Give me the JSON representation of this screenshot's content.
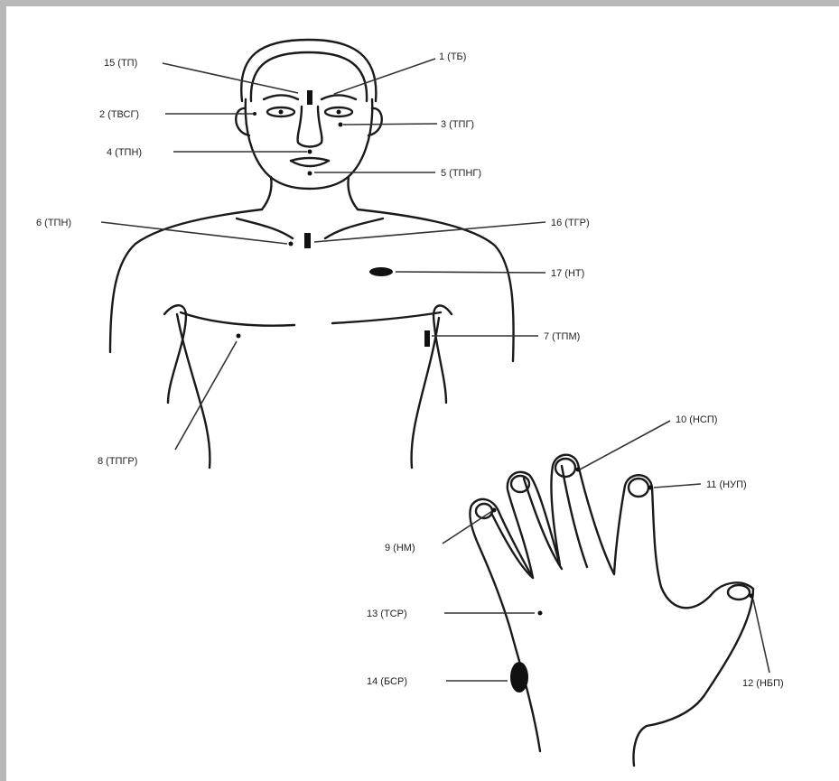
{
  "points": [
    {
      "id": "p1",
      "text": "1 (ТБ)"
    },
    {
      "id": "p2",
      "text": "2 (ТВСГ)"
    },
    {
      "id": "p3",
      "text": "3 (ТПГ)"
    },
    {
      "id": "p4",
      "text": "4 (ТПН)"
    },
    {
      "id": "p5",
      "text": "5 (ТПНГ)"
    },
    {
      "id": "p6",
      "text": "6 (ТПН)"
    },
    {
      "id": "p7",
      "text": "7 (ТПМ)"
    },
    {
      "id": "p8",
      "text": "8 (ТПГР)"
    },
    {
      "id": "p9",
      "text": "9 (НМ)"
    },
    {
      "id": "p10",
      "text": "10 (НСП)"
    },
    {
      "id": "p11",
      "text": "11 (НУП)"
    },
    {
      "id": "p12",
      "text": "12 (НБП)"
    },
    {
      "id": "p13",
      "text": "13 (ТСР)"
    },
    {
      "id": "p14",
      "text": "14 (БСР)"
    },
    {
      "id": "p15",
      "text": "15 (ТП)"
    },
    {
      "id": "p16",
      "text": "16 (ТГР)"
    },
    {
      "id": "p17",
      "text": "17 (НТ)"
    }
  ]
}
